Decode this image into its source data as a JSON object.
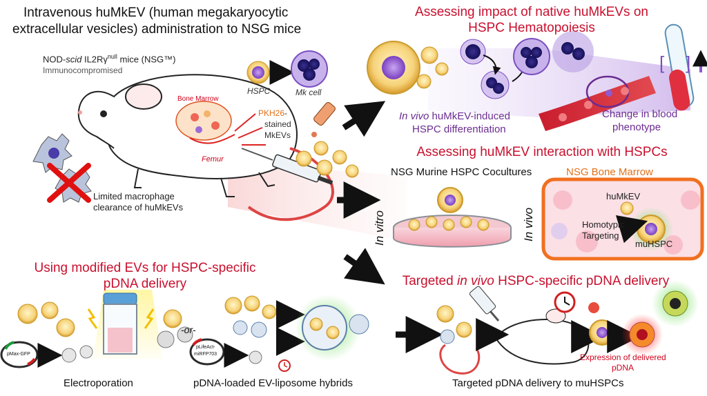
{
  "colors": {
    "heading_red": "#c8102e",
    "purple": "#6a2c91",
    "orange": "#e0711b",
    "accent_red": "#d0021b"
  },
  "admin": {
    "title_line1": "Intravenous huMkEV (human megakaryocytic",
    "title_line2": "extracellular vesicles) administration to NSG mice",
    "mice_prefix": "NOD-",
    "mice_scid": "scid",
    "mice_il2": " IL2Rγ",
    "mice_null": "null",
    "mice_suffix": " mice (NSG™)",
    "immuno": "Immunocompromised",
    "bone_marrow": "Bone Marrow",
    "femur": "Femur",
    "hspc": "HSPC",
    "mk_cell": "Mk cell",
    "pkh26": "PKH26",
    "stained": "-",
    "stained_line2": "stained",
    "mkevs": "MkEVs",
    "limited_line1": "Limited macrophage",
    "limited_line2a": "clearance",
    "limited_line2b": " of huMkEVs"
  },
  "impact": {
    "title_line1": "Assessing impact of native huMkEVs on",
    "title_line2": "HSPC Hematopoiesis",
    "invivo_it": "In vivo",
    "invivo_rest": " huMkEV-induced",
    "diff": "HSPC differentiation",
    "change_line1": "Change in blood",
    "change_line2": "phenotype"
  },
  "interaction": {
    "title": "Assessing huMkEV interaction with HSPCs",
    "cocultures": "NSG Murine HSPC Cocultures",
    "bone_marrow": "NSG Bone Marrow",
    "in_vitro": "In vitro",
    "in_vivo": "In vivo",
    "humkev": "huMkEV",
    "homotypic_line1": "Homotypic",
    "homotypic_line2": "Targeting",
    "muhspc": "muHSPC"
  },
  "modified": {
    "title_line1": "Using modified EVs for HSPC-specific",
    "title_line2": "pDNA delivery",
    "or": "-or-",
    "pmax": "pMax-GFP",
    "plife_line1": "pLifeAct-",
    "plife_line2": "miRFP703",
    "electroporation": "Electroporation",
    "hybrids": "pDNA-loaded EV-liposome hybrids"
  },
  "targeted": {
    "title_pre": "Targeted ",
    "title_it": "in vivo",
    "title_post": " HSPC-specific pDNA delivery",
    "expression_line1": "Expression of delivered",
    "expression_line2": "pDNA",
    "caption": "Targeted pDNA delivery to muHSPCs"
  }
}
